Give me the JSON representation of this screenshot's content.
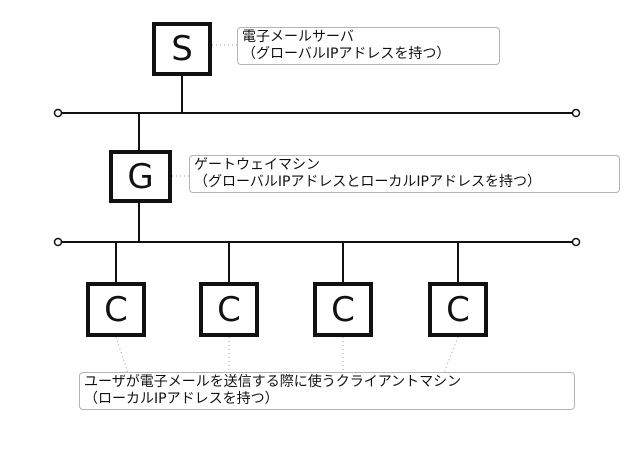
{
  "nodes": {
    "server": {
      "letter": "S"
    },
    "gateway": {
      "letter": "G"
    },
    "clients": [
      {
        "letter": "C"
      },
      {
        "letter": "C"
      },
      {
        "letter": "C"
      },
      {
        "letter": "C"
      }
    ]
  },
  "callouts": {
    "server": {
      "line1": "電子メールサーバ",
      "line2": "（グローバルIPアドレスを持つ）"
    },
    "gateway": {
      "line1": "ゲートウェイマシン",
      "line2": "（グローバルIPアドレスとローカルIPアドレスを持つ）"
    },
    "clients": {
      "line1": "ユーザが電子メールを送信する際に使うクライアントマシン",
      "line2": "（ローカルIPアドレスを持つ）"
    }
  },
  "colors": {
    "line": "#111111",
    "callout_border": "#b4b4b4",
    "leader": "#a0a0a0"
  }
}
